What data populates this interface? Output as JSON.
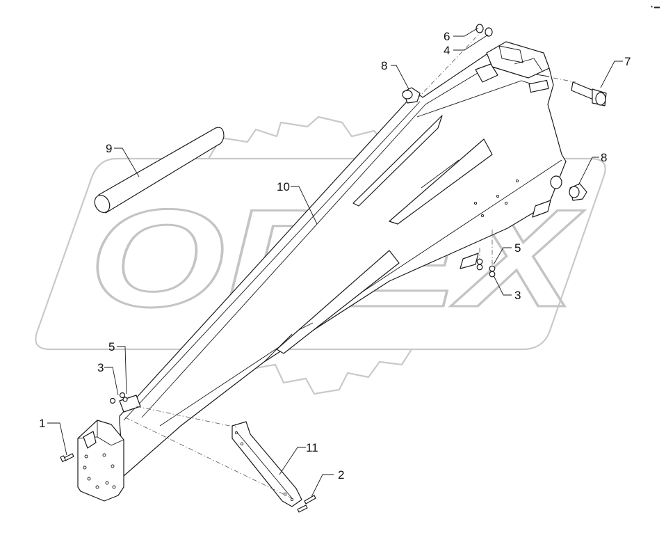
{
  "corner_mark": "▪ ▬",
  "watermark": {
    "text": "OPEX"
  },
  "callouts": [
    {
      "id": "c1",
      "label": "1"
    },
    {
      "id": "c2",
      "label": "2"
    },
    {
      "id": "c3a",
      "label": "3"
    },
    {
      "id": "c3b",
      "label": "3"
    },
    {
      "id": "c4",
      "label": "4"
    },
    {
      "id": "c5a",
      "label": "5"
    },
    {
      "id": "c5b",
      "label": "5"
    },
    {
      "id": "c6",
      "label": "6"
    },
    {
      "id": "c7",
      "label": "7"
    },
    {
      "id": "c8a",
      "label": "8"
    },
    {
      "id": "c8b",
      "label": "8"
    },
    {
      "id": "c9",
      "label": "9"
    },
    {
      "id": "c10",
      "label": "10"
    },
    {
      "id": "c11",
      "label": "11"
    }
  ]
}
